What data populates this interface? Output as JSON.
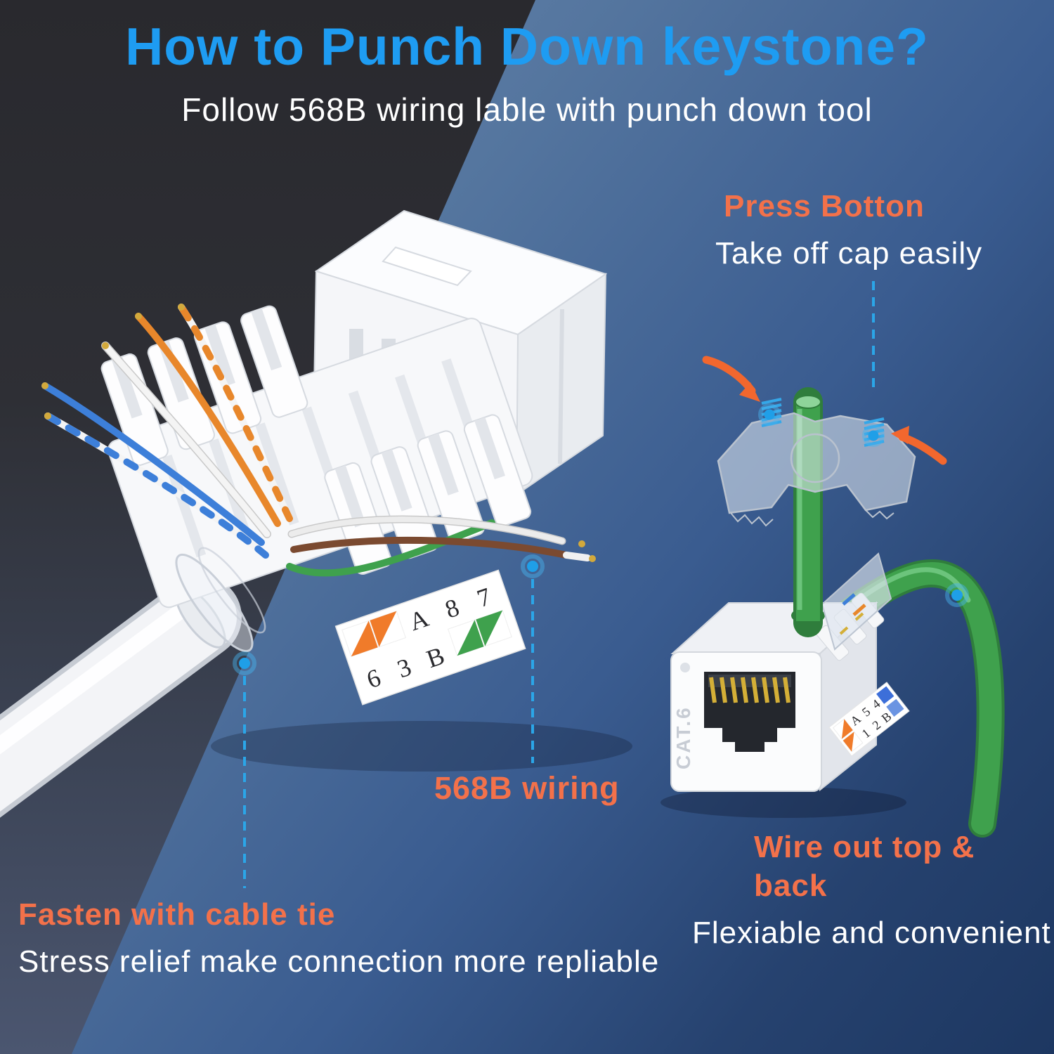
{
  "header": {
    "title": "How to Punch Down keystone?",
    "subtitle": "Follow 568B wiring lable with punch down tool"
  },
  "callouts": {
    "press_button": {
      "heading": "Press Botton",
      "subtext": "Take off cap easily"
    },
    "wiring": {
      "label": "568B wiring"
    },
    "fasten": {
      "heading": "Fasten with cable tie",
      "subtext": "Stress relief make connection more repliable"
    },
    "wire_out": {
      "heading": "Wire out top & back",
      "subtext": "Flexiable and convenient"
    }
  },
  "main_jack": {
    "sticker_top": [
      "A",
      "8",
      "7"
    ],
    "sticker_bottom": [
      "6",
      "3",
      "B"
    ]
  },
  "small_jack": {
    "model": "CAT.6",
    "sticker_top": [
      "A",
      "5",
      "4"
    ],
    "sticker_bottom": [
      "1",
      "2",
      "B"
    ]
  },
  "colors": {
    "accent_blue": "#1E9CF2",
    "accent_orange": "#F3714A",
    "text_white": "#FFFFFF",
    "marker_blue": "#2BA6E8",
    "bg_dark_top": "#29292E",
    "bg_dark_bottom": "#4B5670",
    "bg_blue_light": "#6B88B4",
    "bg_blue_dark": "#1D3761",
    "wire_orange": "#E8872B",
    "wire_green": "#3FA14D",
    "wire_blue": "#3D7FD9",
    "wire_brown": "#7B4A30",
    "cable_white": "#F3F4F7",
    "gold": "#D2A93C"
  }
}
